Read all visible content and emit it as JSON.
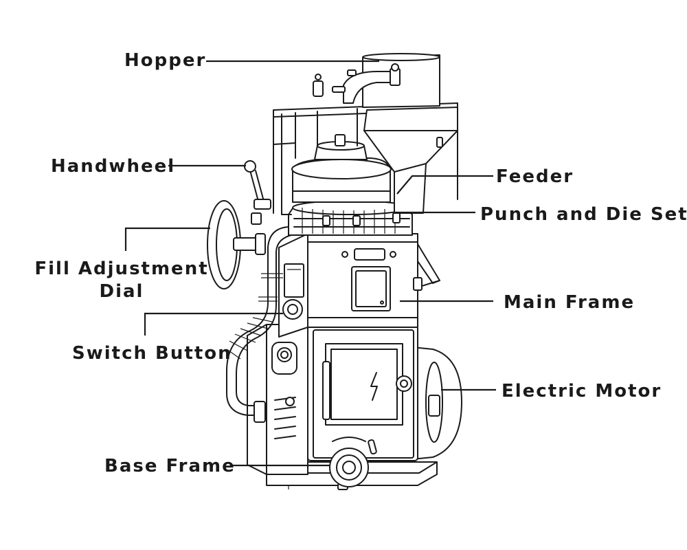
{
  "labels": {
    "hopper": "Hopper",
    "handwheel": "Handwheel",
    "feeder": "Feeder",
    "punch_and_die_set": "Punch and Die Set",
    "fill_adjustment_dial_line1": "Fill Adjustment",
    "fill_adjustment_dial_line2": "Dial",
    "main_frame": "Main Frame",
    "switch_button": "Switch Button",
    "electric_motor": "Electric Motor",
    "base_frame": "Base Frame"
  },
  "icons": {
    "warning_symbol": "lightning-bolt-icon"
  },
  "colors": {
    "line": "#1a1a1a",
    "background": "#ffffff"
  }
}
